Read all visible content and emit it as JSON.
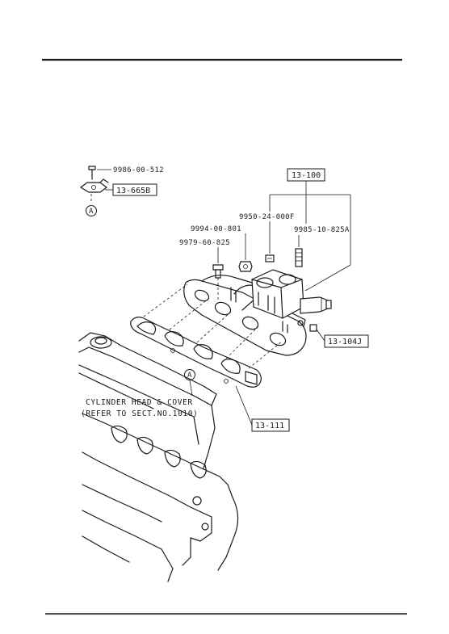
{
  "part_numbers": {
    "screw_top": "9986-00-512",
    "washer": "9950-24-000F",
    "nut": "9994-00-801",
    "stud": "9985-10-825A",
    "bolt": "9979-60-825"
  },
  "callouts": {
    "bracket_ref": "13-665B",
    "manifold_ref": "13-100",
    "fitting_ref": "13-104J",
    "gasket_ref": "13-111"
  },
  "markers": {
    "reference_a_top": "A",
    "reference_a_engine": "A"
  },
  "notes": {
    "engine_line1": "CYLINDER HEAD & COVER",
    "engine_line2": "(REFER TO SECT.NO.1010)"
  }
}
